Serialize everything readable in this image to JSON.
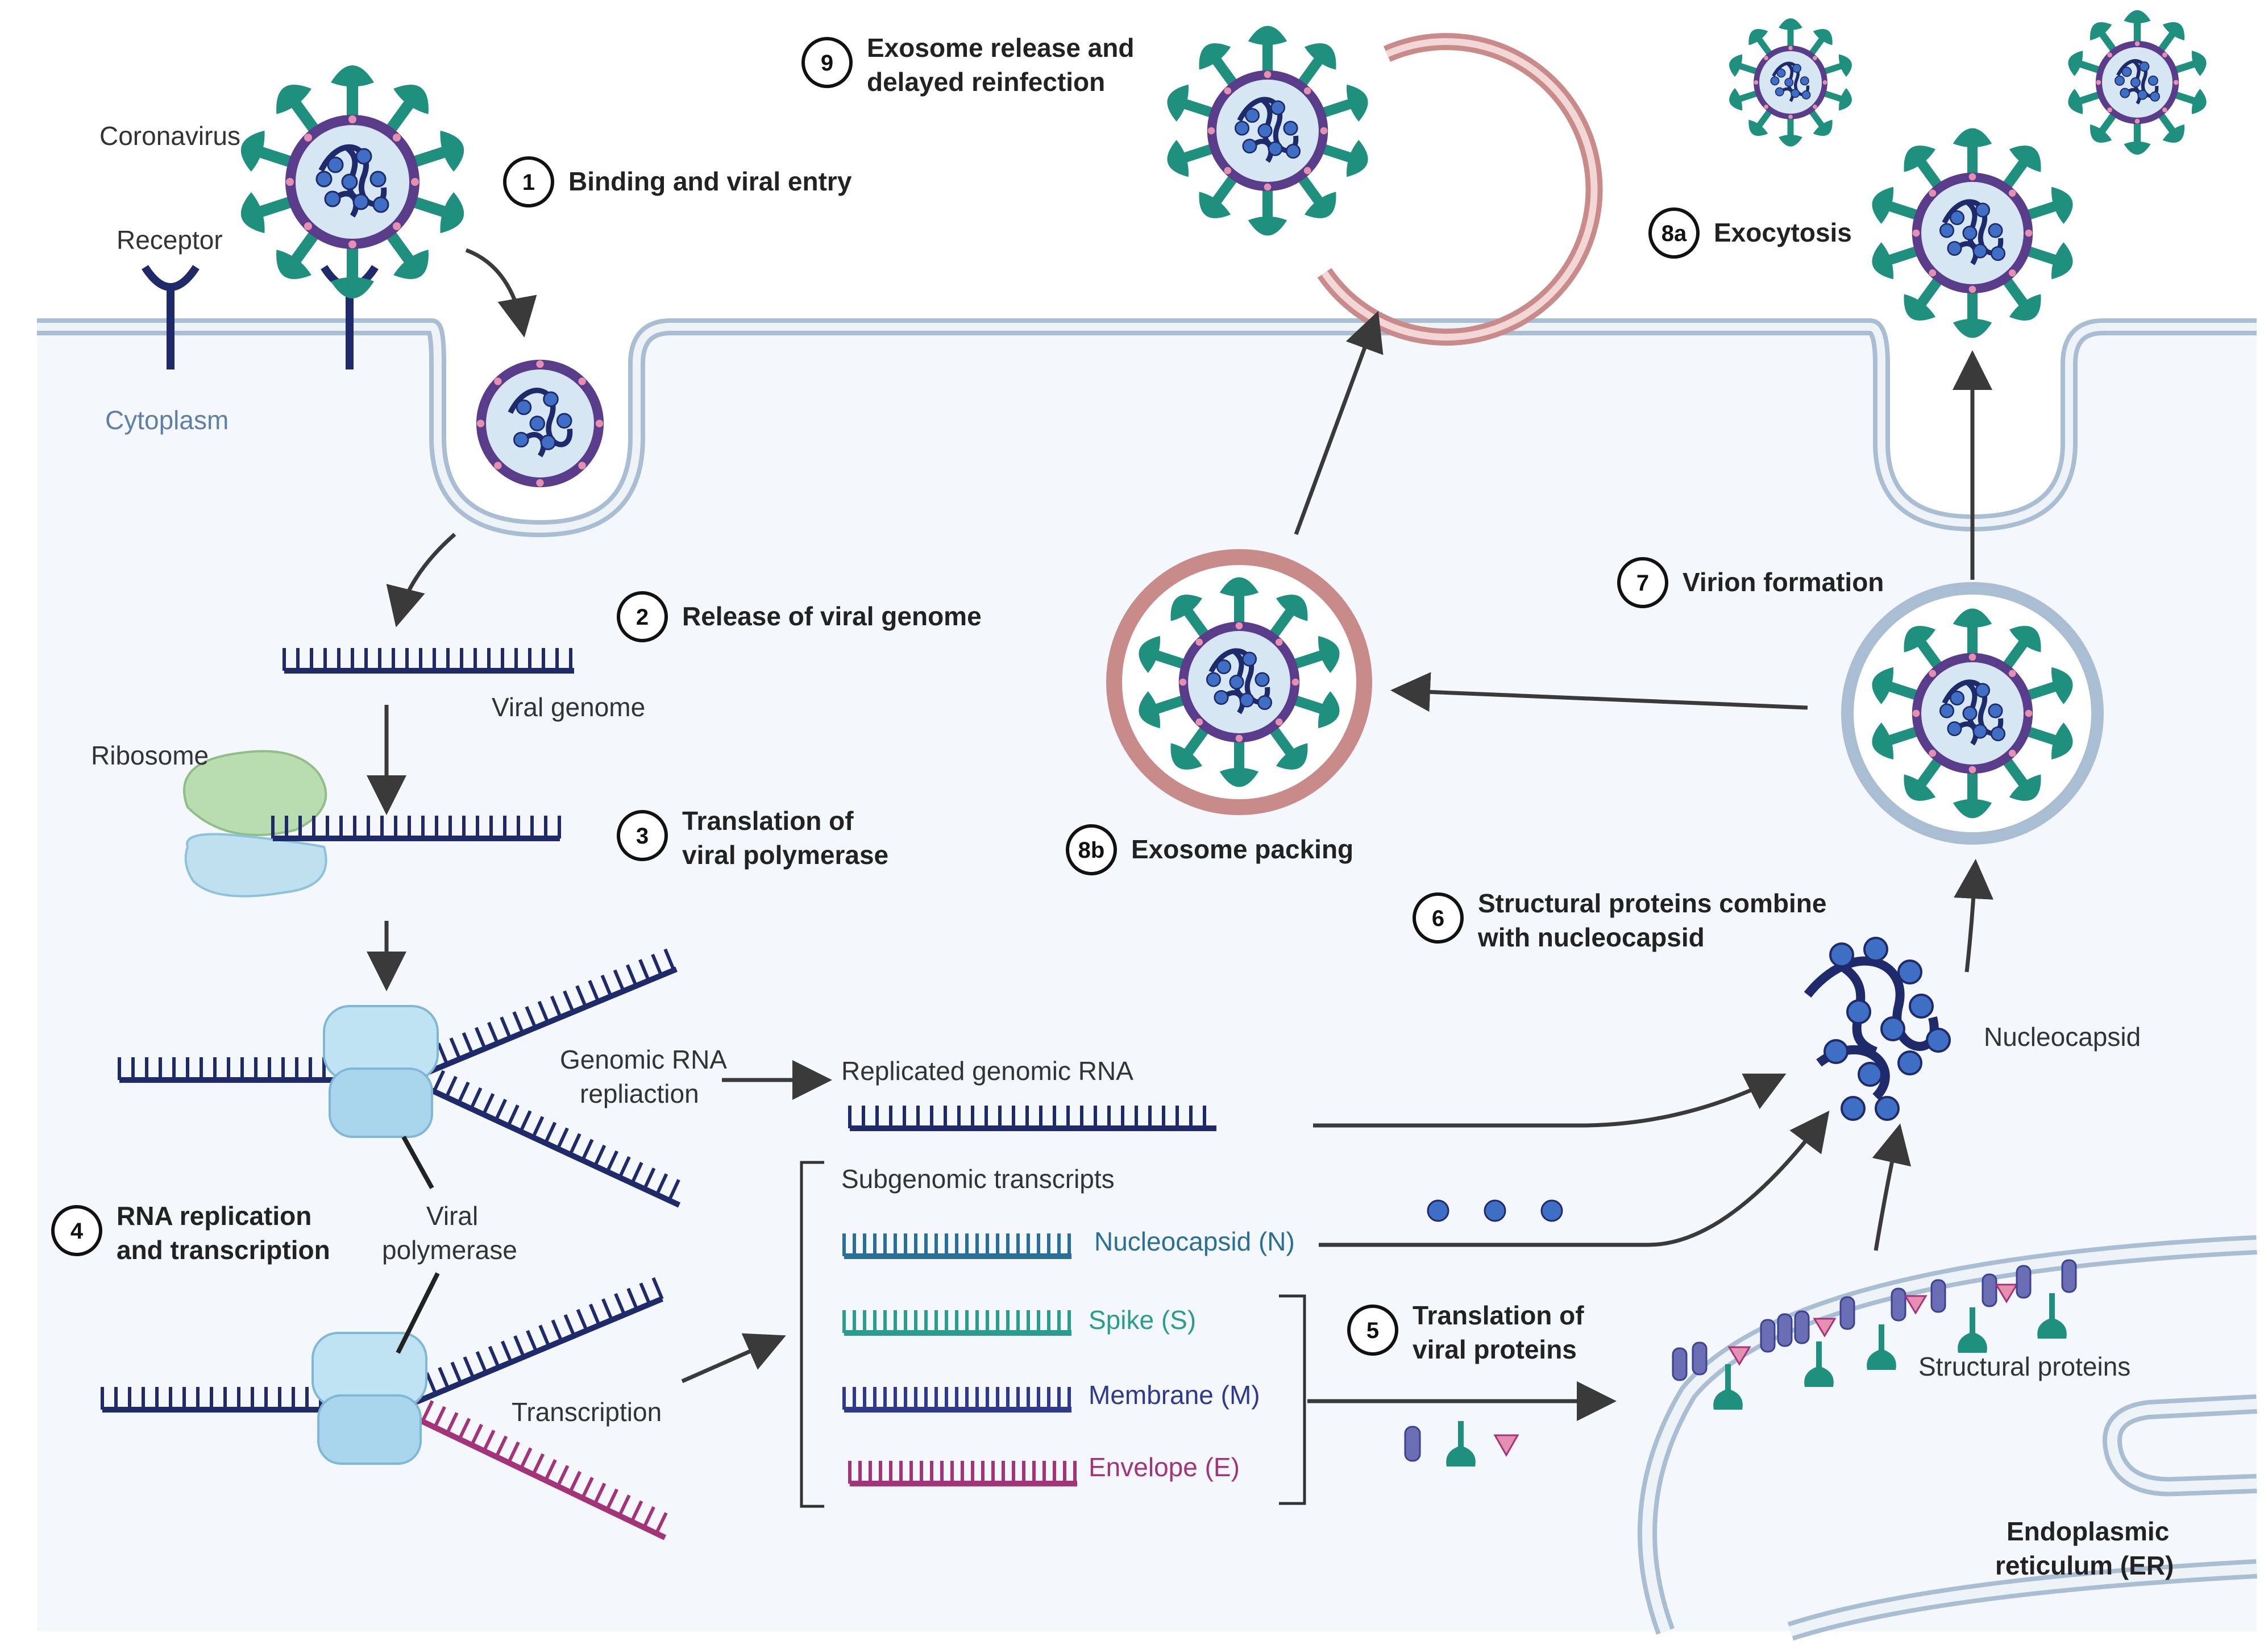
{
  "labels": {
    "coronavirus": "Coronavirus",
    "receptor": "Receptor",
    "cytoplasm": "Cytoplasm",
    "viral_genome": "Viral genome",
    "ribosome": "Ribosome",
    "genomic_rna_1": "Genomic RNA",
    "genomic_rna_2": "repliaction",
    "replicated_genomic_rna": "Replicated genomic RNA",
    "viral_polymerase_1": "Viral",
    "viral_polymerase_2": "polymerase",
    "transcription": "Transcription",
    "subgenomic_transcripts": "Subgenomic transcripts",
    "nucleocapsid": "Nucleocapsid",
    "structural_proteins": "Structural proteins",
    "er_1": "Endoplasmic",
    "er_2": "reticulum (ER)"
  },
  "transcripts": [
    {
      "label": "Nucleocapsid (N)",
      "color": "#2a6f97"
    },
    {
      "label": "Spike (S)",
      "color": "#2a9d8f"
    },
    {
      "label": "Membrane (M)",
      "color": "#2f3a8f"
    },
    {
      "label": "Envelope (E)",
      "color": "#a4347a"
    }
  ],
  "steps": [
    {
      "num": "1",
      "line1": "Binding and viral entry",
      "line2": ""
    },
    {
      "num": "2",
      "line1": "Release of viral genome",
      "line2": ""
    },
    {
      "num": "3",
      "line1": "Translation of",
      "line2": "viral polymerase"
    },
    {
      "num": "4",
      "line1": "RNA replication",
      "line2": "and transcription"
    },
    {
      "num": "5",
      "line1": "Translation of",
      "line2": "viral proteins"
    },
    {
      "num": "6",
      "line1": "Structural proteins combine",
      "line2": "with nucleocapsid"
    },
    {
      "num": "7",
      "line1": "Virion formation",
      "line2": ""
    },
    {
      "num": "8a",
      "line1": "Exocytosis",
      "line2": ""
    },
    {
      "num": "8b",
      "line1": "Exosome packing",
      "line2": ""
    },
    {
      "num": "9",
      "line1": "Exosome release and",
      "line2": "delayed reinfection"
    }
  ],
  "colors": {
    "rna": "#1f2a6b",
    "spike": "#1f8f7e",
    "virus_shell": "#5a3d8a",
    "membrane": "#a9bed3",
    "exosome": "#c98a8a",
    "cytoplasm_fill": "#f4f7fb",
    "arrow": "#3a3a3a"
  }
}
